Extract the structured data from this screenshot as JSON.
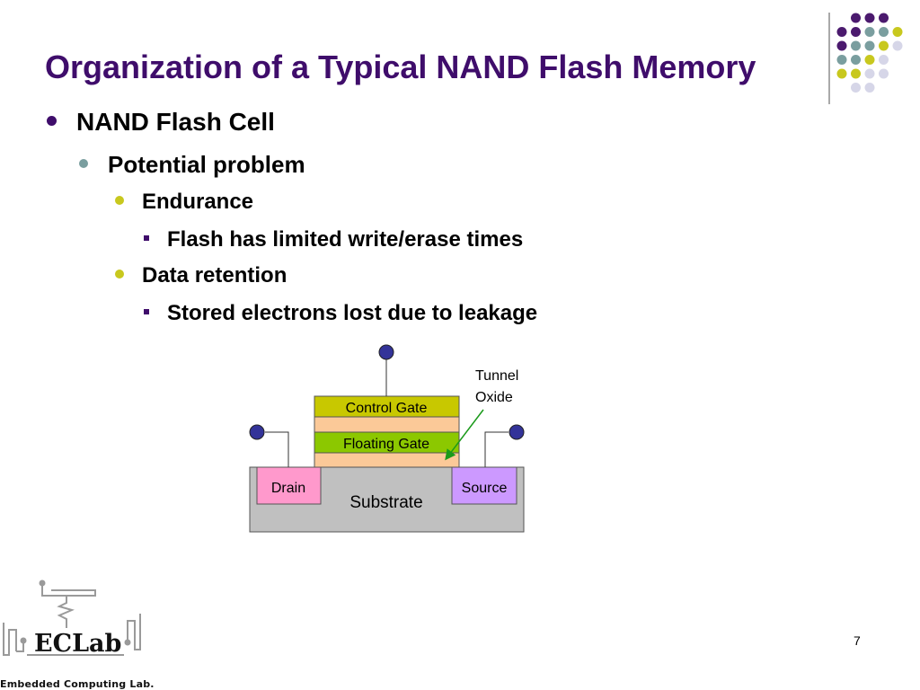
{
  "slide": {
    "title": "Organization of a Typical NAND Flash Memory",
    "page_number": "7"
  },
  "bullets": {
    "l1": "NAND Flash Cell",
    "l2": "Potential problem",
    "l3a": "Endurance",
    "l4a": "Flash has limited write/erase times",
    "l3b": "Data retention",
    "l4b": "Stored electrons lost due to leakage"
  },
  "diagram": {
    "control_gate": "Control Gate",
    "floating_gate": "Floating Gate",
    "drain": "Drain",
    "source": "Source",
    "substrate": "Substrate",
    "tunnel_oxide_line1": "Tunnel",
    "tunnel_oxide_line2": "Oxide"
  },
  "logo": {
    "name": "ECLab",
    "subtitle": "Embedded Computing Lab."
  },
  "colors": {
    "title": "#3f0d6b",
    "purple": "#4b1a6e",
    "teal": "#7a9e9f",
    "olive": "#c8c81e",
    "lavender": "#d6d6e8",
    "control_gate": "#c8c800",
    "floating_gate": "#8cc800",
    "oxide": "#fbc998",
    "drain": "#ff99cc",
    "source": "#cc99ff",
    "substrate": "#c0c0c0",
    "terminal": "#333399"
  }
}
